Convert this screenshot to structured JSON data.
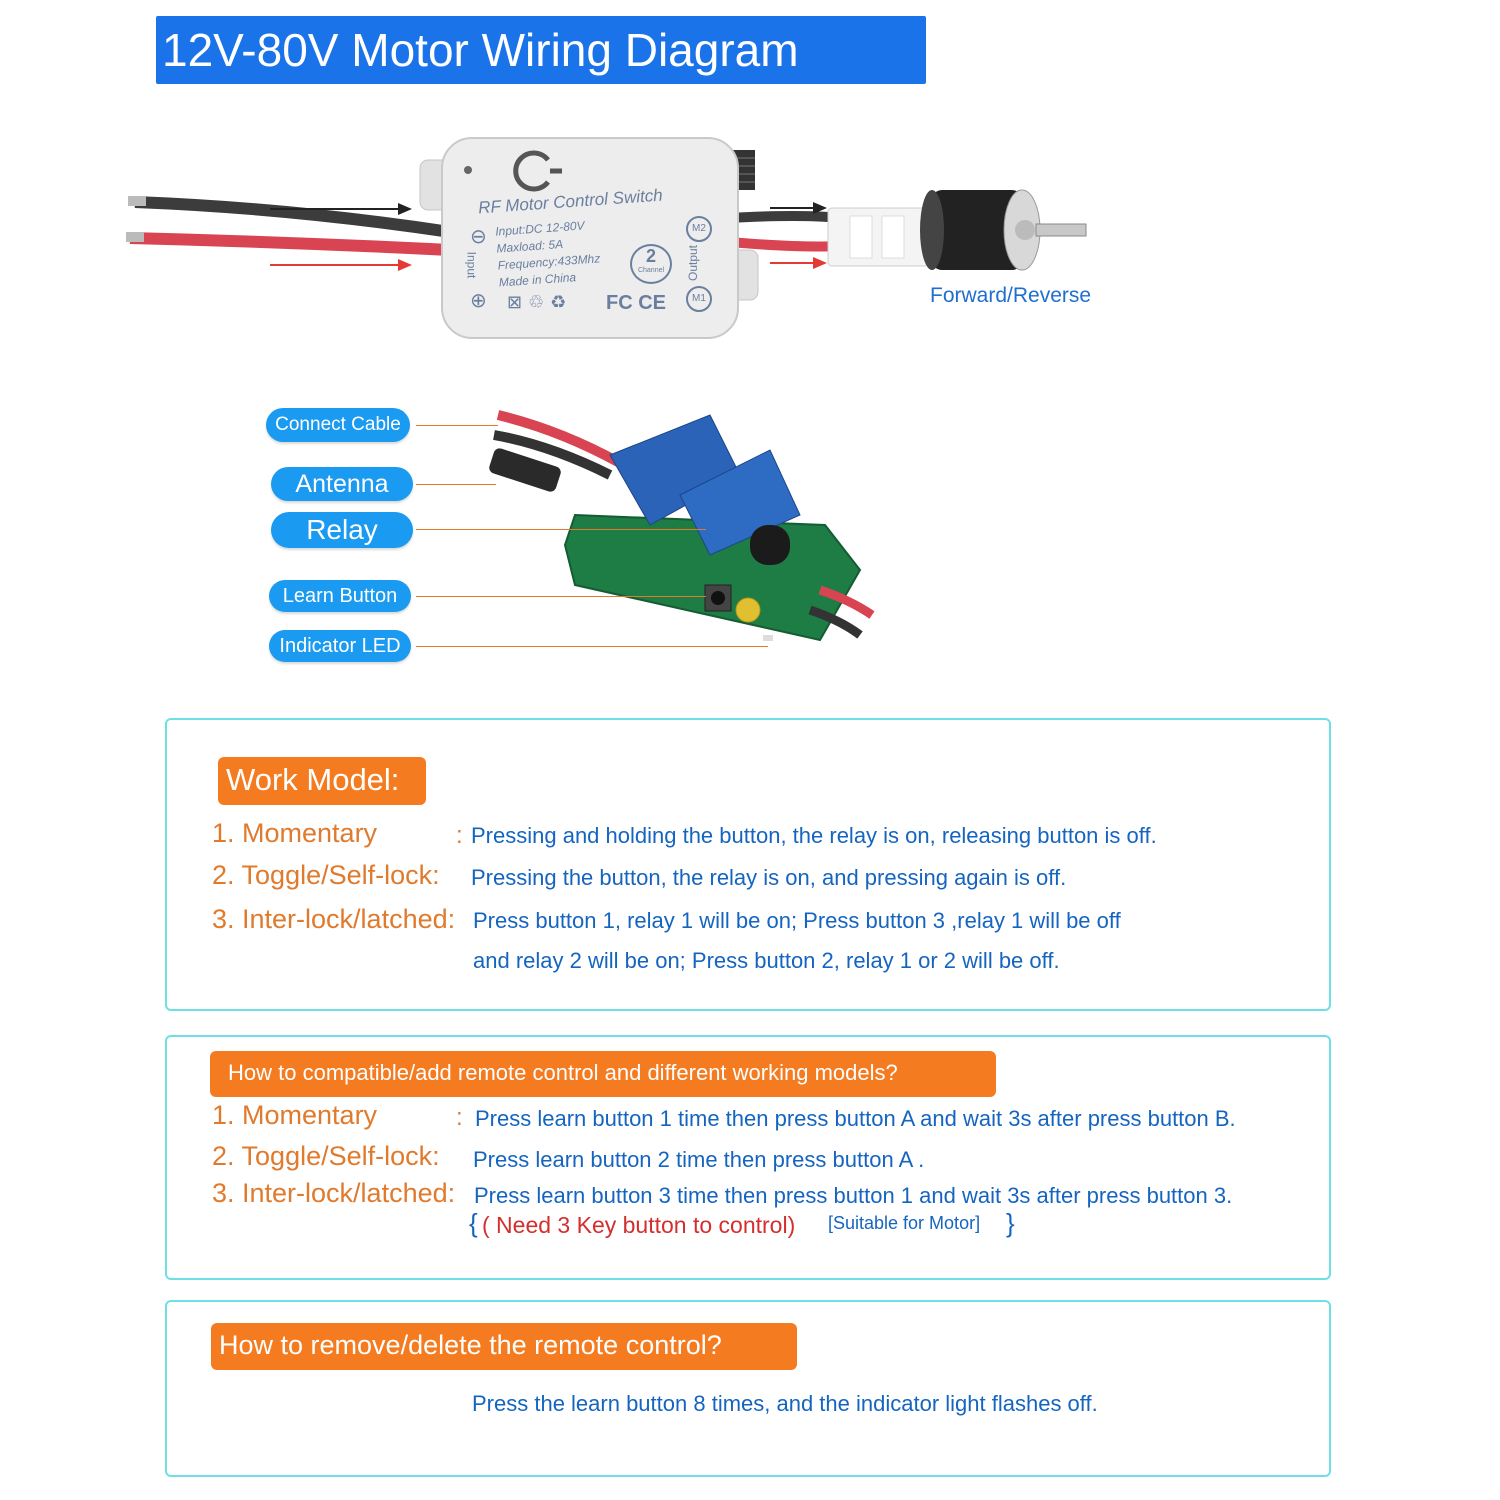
{
  "title": "12V-80V Motor Wiring Diagram",
  "device": {
    "name": "RF Motor Control Switch",
    "specs": [
      "Input:DC 12-80V",
      "Maxload:  5A",
      "Frequency:433Mhz",
      "Made in China"
    ],
    "input_label": "Input",
    "output_label": "Output",
    "minus": "⊖",
    "plus": "⊕",
    "channel_number": "2",
    "channel_word": "Channel",
    "m1": "M1",
    "m2": "M2",
    "cert": "FC CE"
  },
  "motor_caption": "Forward/Reverse",
  "callouts": [
    "Connect Cable",
    "Antenna",
    "Relay",
    "Learn Button",
    "Indicator LED"
  ],
  "work_model": {
    "header": "Work Model:",
    "items": [
      {
        "label": "1. Momentary",
        "desc": "Pressing and holding the button, the relay is on, releasing button is off."
      },
      {
        "label": "2. Toggle/Self-lock:",
        "desc": "Pressing the button, the relay is on, and pressing again is off."
      },
      {
        "label": "3. Inter-lock/latched:",
        "desc": "Press button 1, relay 1 will be on; Press button 3 ,relay 1 will be off"
      }
    ],
    "continuation": "and  relay 2 will be on;   Press button 2,   relay 1 or 2 will be off."
  },
  "compat": {
    "header": "How to compatible/add remote control and different working models?",
    "items": [
      {
        "label": "1. Momentary",
        "desc": "Press learn button 1 time then press button A and wait 3s after press button B."
      },
      {
        "label": "2. Toggle/Self-lock:",
        "desc": "Press learn button 2 time then press button A ."
      },
      {
        "label": "3. Inter-lock/latched:",
        "desc": "Press learn button 3 time then press button 1 and wait 3s after press button 3."
      }
    ],
    "note_red": "( Need 3 Key button to control)",
    "note_blue": "[Suitable for Motor]"
  },
  "remove": {
    "header": "How to remove/delete the remote control?",
    "desc": "Press the learn button 8 times, and the indicator light flashes off."
  },
  "colors": {
    "banner": "#1a73e8",
    "pill": "#1a9af0",
    "orange": "#f47b20",
    "blue_text": "#1565c0",
    "panel_border": "#6de0e6",
    "red_note": "#d32f2f"
  }
}
